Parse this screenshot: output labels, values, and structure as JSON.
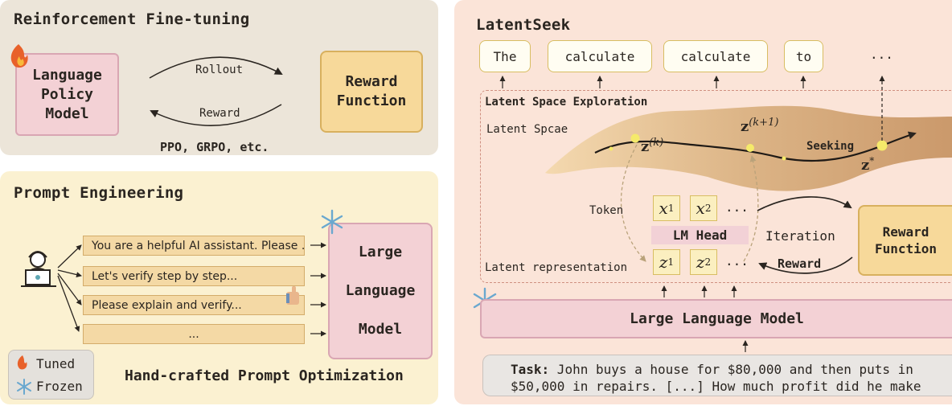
{
  "rft": {
    "title": "Reinforcement Fine-tuning",
    "policy_model": "Language\nPolicy\nModel",
    "reward_function": "Reward\nFunction",
    "rollout_label": "Rollout",
    "reward_label": "Reward",
    "methods": "PPO, GRPO, etc."
  },
  "prompt_eng": {
    "title": "Prompt Engineering",
    "prompts": [
      "You are a helpful AI assistant. Please ...",
      "Let's verify step by step...",
      "Please explain and verify...",
      "..."
    ],
    "llm_box": "Large\nLanguage\nModel",
    "legend_tuned": "Tuned",
    "legend_frozen": "Frozen",
    "caption": "Hand-crafted Prompt Optimization"
  },
  "latentseek": {
    "title": "LatentSeek",
    "tokens": [
      "The",
      "calculate",
      "calculate",
      "to",
      "..."
    ],
    "exploration_title": "Latent Space Exploration",
    "latent_space_label": "Latent Spcae",
    "z_k": "z",
    "z_k_sup": "(k)",
    "z_k1": "z",
    "z_k1_sup": "(k+1)",
    "z_star": "z",
    "z_star_sup": "*",
    "seeking_label": "Seeking",
    "token_label": "Token",
    "x1": "x",
    "x1_sub": "1",
    "x2": "x",
    "x2_sub": "2",
    "x_ellipsis": "...",
    "lm_head": "LM Head",
    "z1": "z",
    "z1_sub": "1",
    "z2": "z",
    "z2_sub": "2",
    "z_ellipsis": "...",
    "iteration_label": "Iteration",
    "reward_label": "Reward",
    "reward_function": "Reward\nFunction",
    "latent_repr_label": "Latent representation",
    "llm_label": "Large Language Model",
    "task_prefix": "Task:",
    "task_line1": " John buys a house for $80,000 and then puts in",
    "task_line2": "$50,000 in repairs. [...] How much profit did he make"
  },
  "colors": {
    "panel_gray": "#ece5d9",
    "panel_yellow": "#fbf1d1",
    "panel_pink": "#fbe4d8",
    "pink_box": "#f3d1d5",
    "reward_box": "#f7d99a"
  },
  "icons": [
    "flame-icon",
    "snowflake-icon",
    "user-laptop-icon",
    "hand-icon"
  ]
}
